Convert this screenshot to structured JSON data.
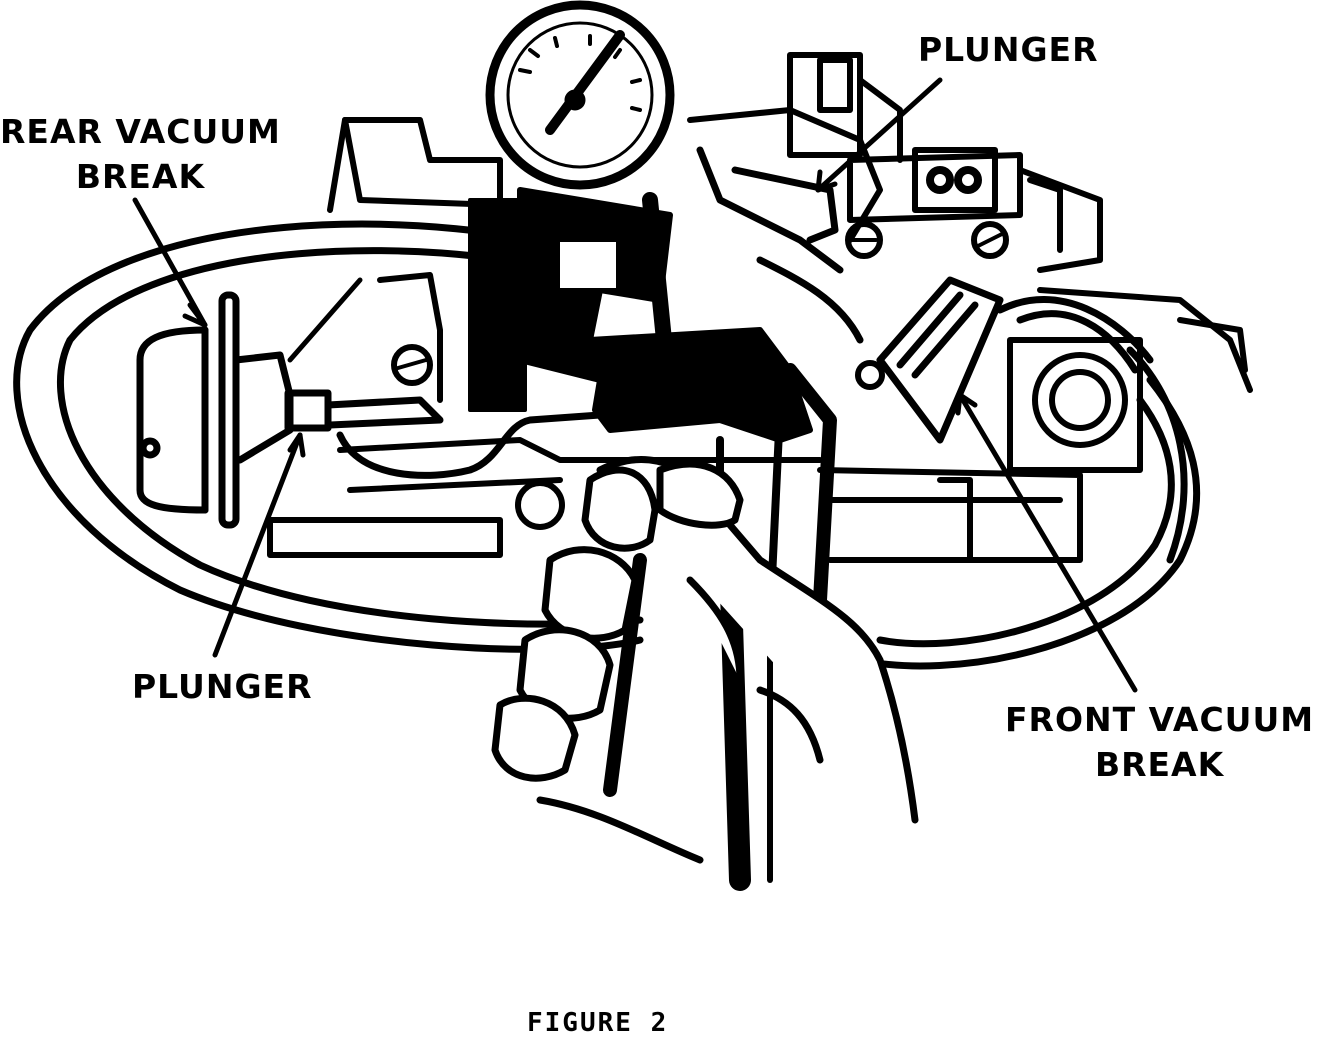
{
  "labels": {
    "rear_vacuum_break": "REAR VACUUM\nBREAK",
    "plunger_top": "PLUNGER",
    "plunger_left": "PLUNGER",
    "front_vacuum_break": "FRONT VACUUM\nBREAK"
  },
  "caption": "FIGURE 2",
  "colors": {
    "ink": "#000000",
    "paper": "#ffffff"
  }
}
